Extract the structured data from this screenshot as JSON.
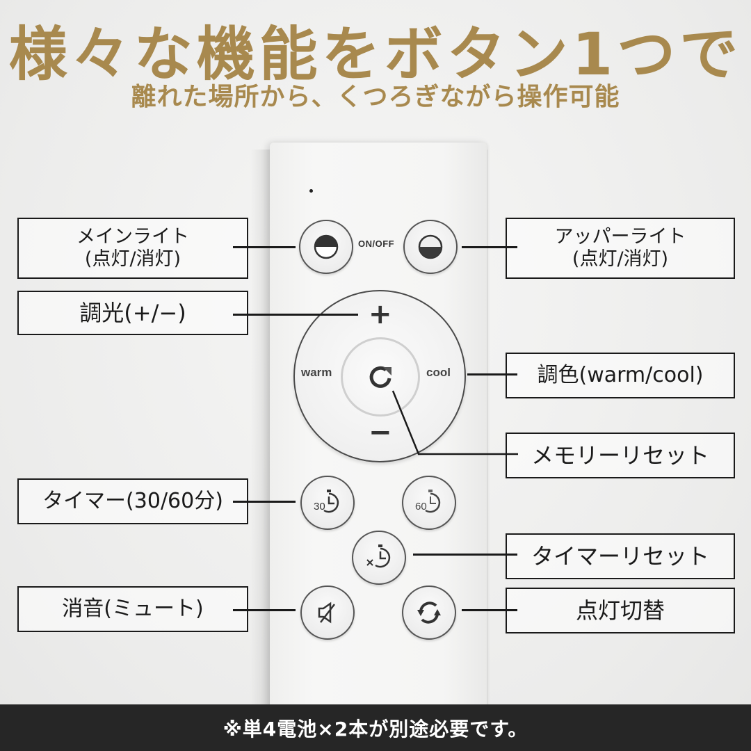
{
  "header": {
    "title": "様々な機能をボタン1つで",
    "subtitle": "離れた場所から、くつろぎながら操作可能"
  },
  "colors": {
    "accent_gold": "#a8894e",
    "footer_bg": "#262626",
    "footer_text": "#ffffff",
    "label_border": "#1a1a1a",
    "background": "#f0f0ef"
  },
  "remote": {
    "onoff_label": "ON/OFF",
    "dial": {
      "plus": "+",
      "minus": "−",
      "warm": "warm",
      "cool": "cool"
    },
    "buttons": [
      {
        "id": "main-light",
        "icon": "half-circle-dark-top-icon"
      },
      {
        "id": "upper-light",
        "icon": "half-circle-dark-bottom-icon"
      },
      {
        "id": "memory-reset",
        "icon": "refresh-arrow-icon"
      },
      {
        "id": "timer-30",
        "icon": "stopwatch-30-icon",
        "text": "30"
      },
      {
        "id": "timer-60",
        "icon": "stopwatch-60-icon",
        "text": "60"
      },
      {
        "id": "timer-reset",
        "icon": "stopwatch-cancel-icon",
        "text": "×"
      },
      {
        "id": "mute",
        "icon": "speaker-muted-icon"
      },
      {
        "id": "lighting-switch",
        "icon": "cycle-arrows-icon"
      }
    ]
  },
  "callouts": {
    "main_light": {
      "line1": "メインライト",
      "line2": "(点灯/消灯)"
    },
    "upper_light": {
      "line1": "アッパーライト",
      "line2": "(点灯/消灯)"
    },
    "dimming": {
      "line1": "調光(+/−)"
    },
    "color_tone": {
      "line1": "調色(warm/cool)"
    },
    "memory_reset": {
      "line1": "メモリーリセット"
    },
    "timer": {
      "line1": "タイマー(30/60分)"
    },
    "timer_reset": {
      "line1": "タイマーリセット"
    },
    "mute": {
      "line1": "消音(ミュート)"
    },
    "lighting_switch": {
      "line1": "点灯切替"
    }
  },
  "footer": {
    "note": "※単4電池×2本が別途必要です。"
  }
}
